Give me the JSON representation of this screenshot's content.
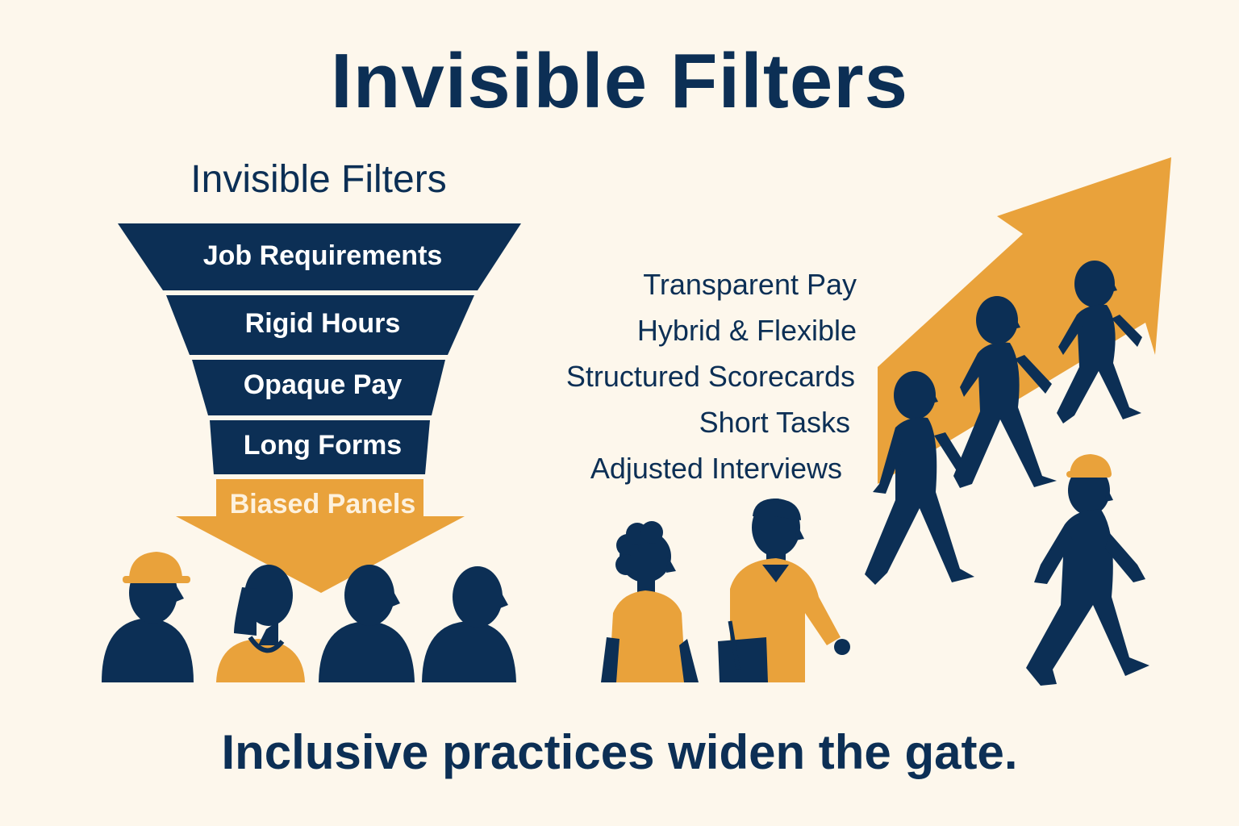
{
  "title": "Invisible Filters",
  "funnel": {
    "title": "Invisible Filters",
    "stages": [
      {
        "label": "Job Requirements"
      },
      {
        "label": "Rigid Hours"
      },
      {
        "label": "Opaque Pay"
      },
      {
        "label": "Long Forms"
      },
      {
        "label": "Biased Panels"
      }
    ]
  },
  "practices": [
    "Transparent Pay",
    "Hybrid & Flexible",
    "Structured Scorecards",
    "Short Tasks",
    "Adjusted Interviews"
  ],
  "tagline": "Inclusive practices widen the gate.",
  "colors": {
    "navy": "#0c2f55",
    "orange": "#e9a23b",
    "background": "#fdf7ec"
  }
}
